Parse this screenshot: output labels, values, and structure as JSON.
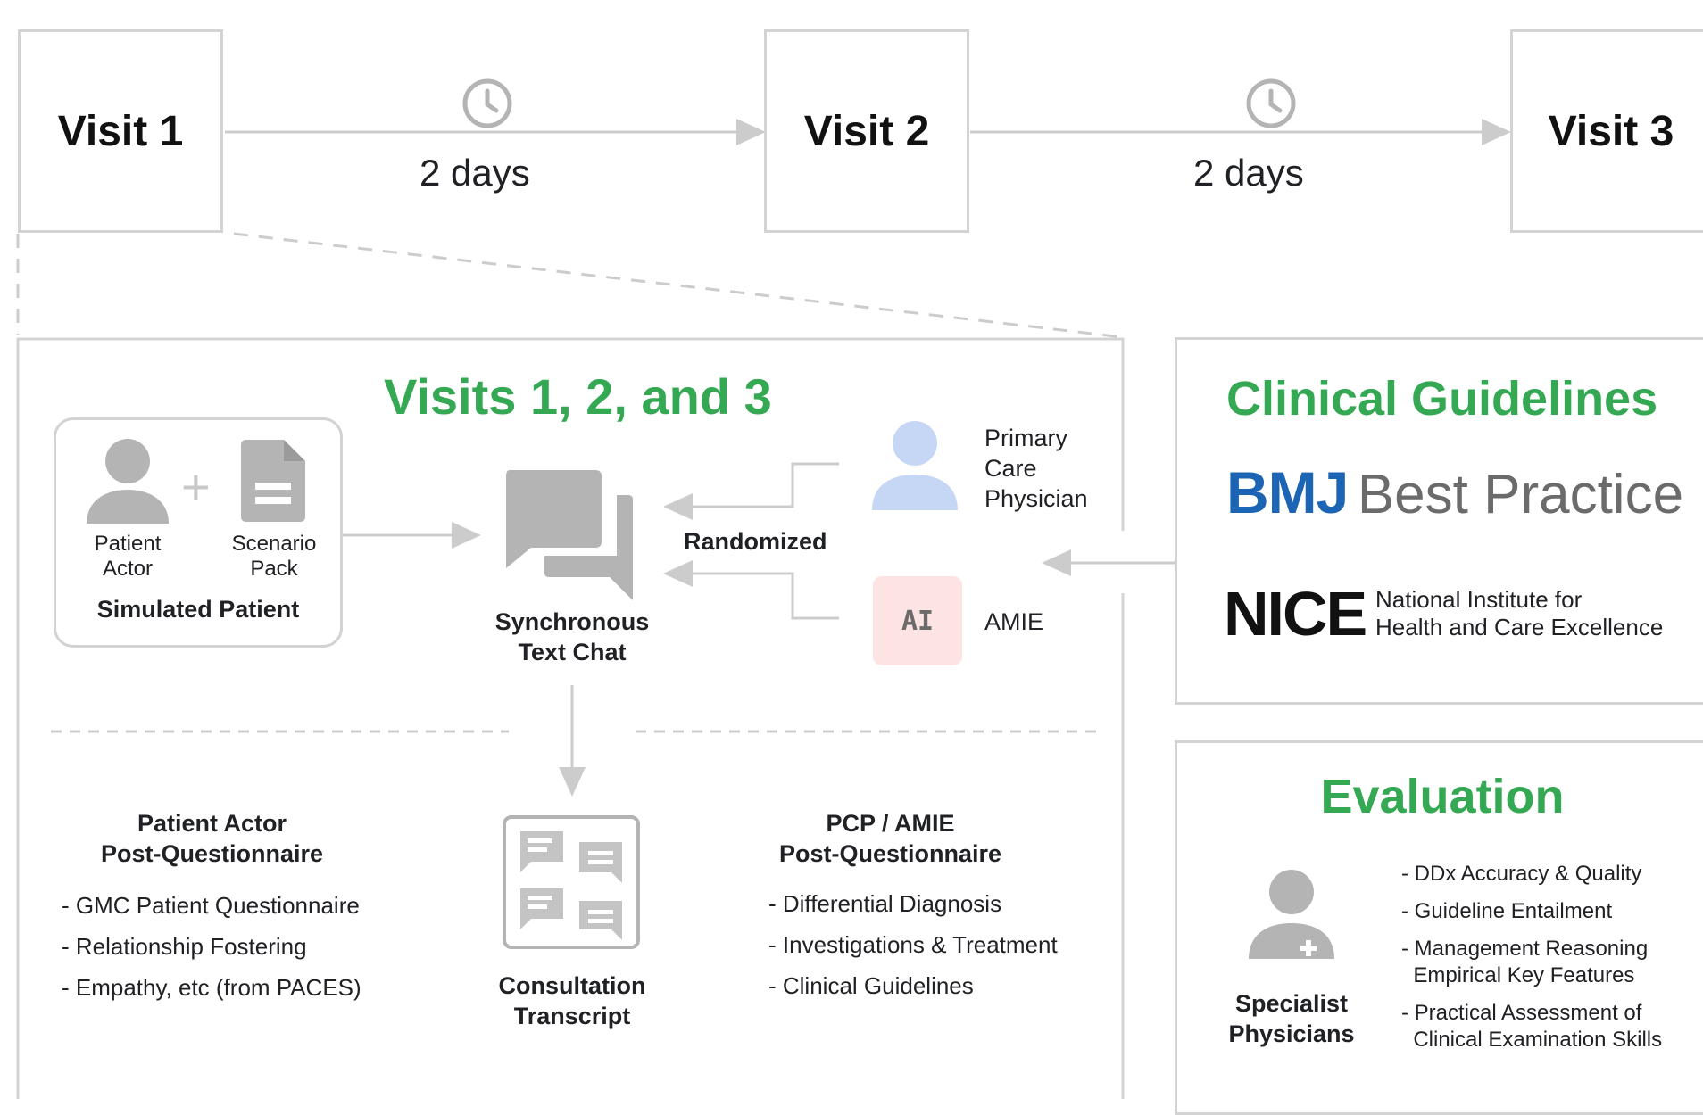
{
  "timeline": {
    "visits": [
      "Visit 1",
      "Visit 2",
      "Visit 3"
    ],
    "intervals": [
      "2 days",
      "2 days"
    ]
  },
  "main_panel": {
    "title": "Visits 1, 2, and 3",
    "simulated_patient": {
      "patient_actor_label": "Patient\nActor",
      "scenario_pack_label": "Scenario\nPack",
      "title": "Simulated Patient"
    },
    "chat_label": "Synchronous\nText Chat",
    "randomized_label": "Randomized",
    "pcp_label": "Primary\nCare\nPhysician",
    "ai_badge": "AI",
    "amie_label": "AMIE",
    "patient_questionnaire": {
      "title": "Patient Actor\nPost-Questionnaire",
      "items": [
        "- GMC Patient Questionnaire",
        "- Relationship Fostering",
        "- Empathy, etc (from PACES)"
      ]
    },
    "transcript_label": "Consultation\nTranscript",
    "pcp_questionnaire": {
      "title": "PCP / AMIE\nPost-Questionnaire",
      "items": [
        "- Differential Diagnosis",
        "- Investigations & Treatment",
        "- Clinical Guidelines"
      ]
    }
  },
  "guidelines": {
    "title": "Clinical Guidelines",
    "bmj_logo_text": "BMJ",
    "bmj_product": "Best Practice",
    "nice_logo_text": "NICE",
    "nice_line1": "National Institute for",
    "nice_line2": "Health and Care Excellence"
  },
  "evaluation": {
    "title": "Evaluation",
    "specialist_label": "Specialist\nPhysicians",
    "items": [
      "- DDx Accuracy & Quality",
      "- Guideline Entailment",
      "- Management Reasoning\n  Empirical Key Features",
      "- Practical Assessment of\n  Clinical Examination Skills"
    ]
  },
  "colors": {
    "green": "#34a853",
    "gray_line": "#cccccc",
    "icon_gray": "#b4b4b4",
    "pcp_blue": "#c6d7f5",
    "ai_pink": "#fde3e3",
    "bmj_blue": "#1c64b4",
    "best_practice_gray": "#6b6b6b"
  },
  "icons": [
    "clock-icon",
    "person-icon",
    "document-icon",
    "chat-icon",
    "transcript-icon",
    "ai-badge-icon",
    "specialist-physician-icon"
  ]
}
